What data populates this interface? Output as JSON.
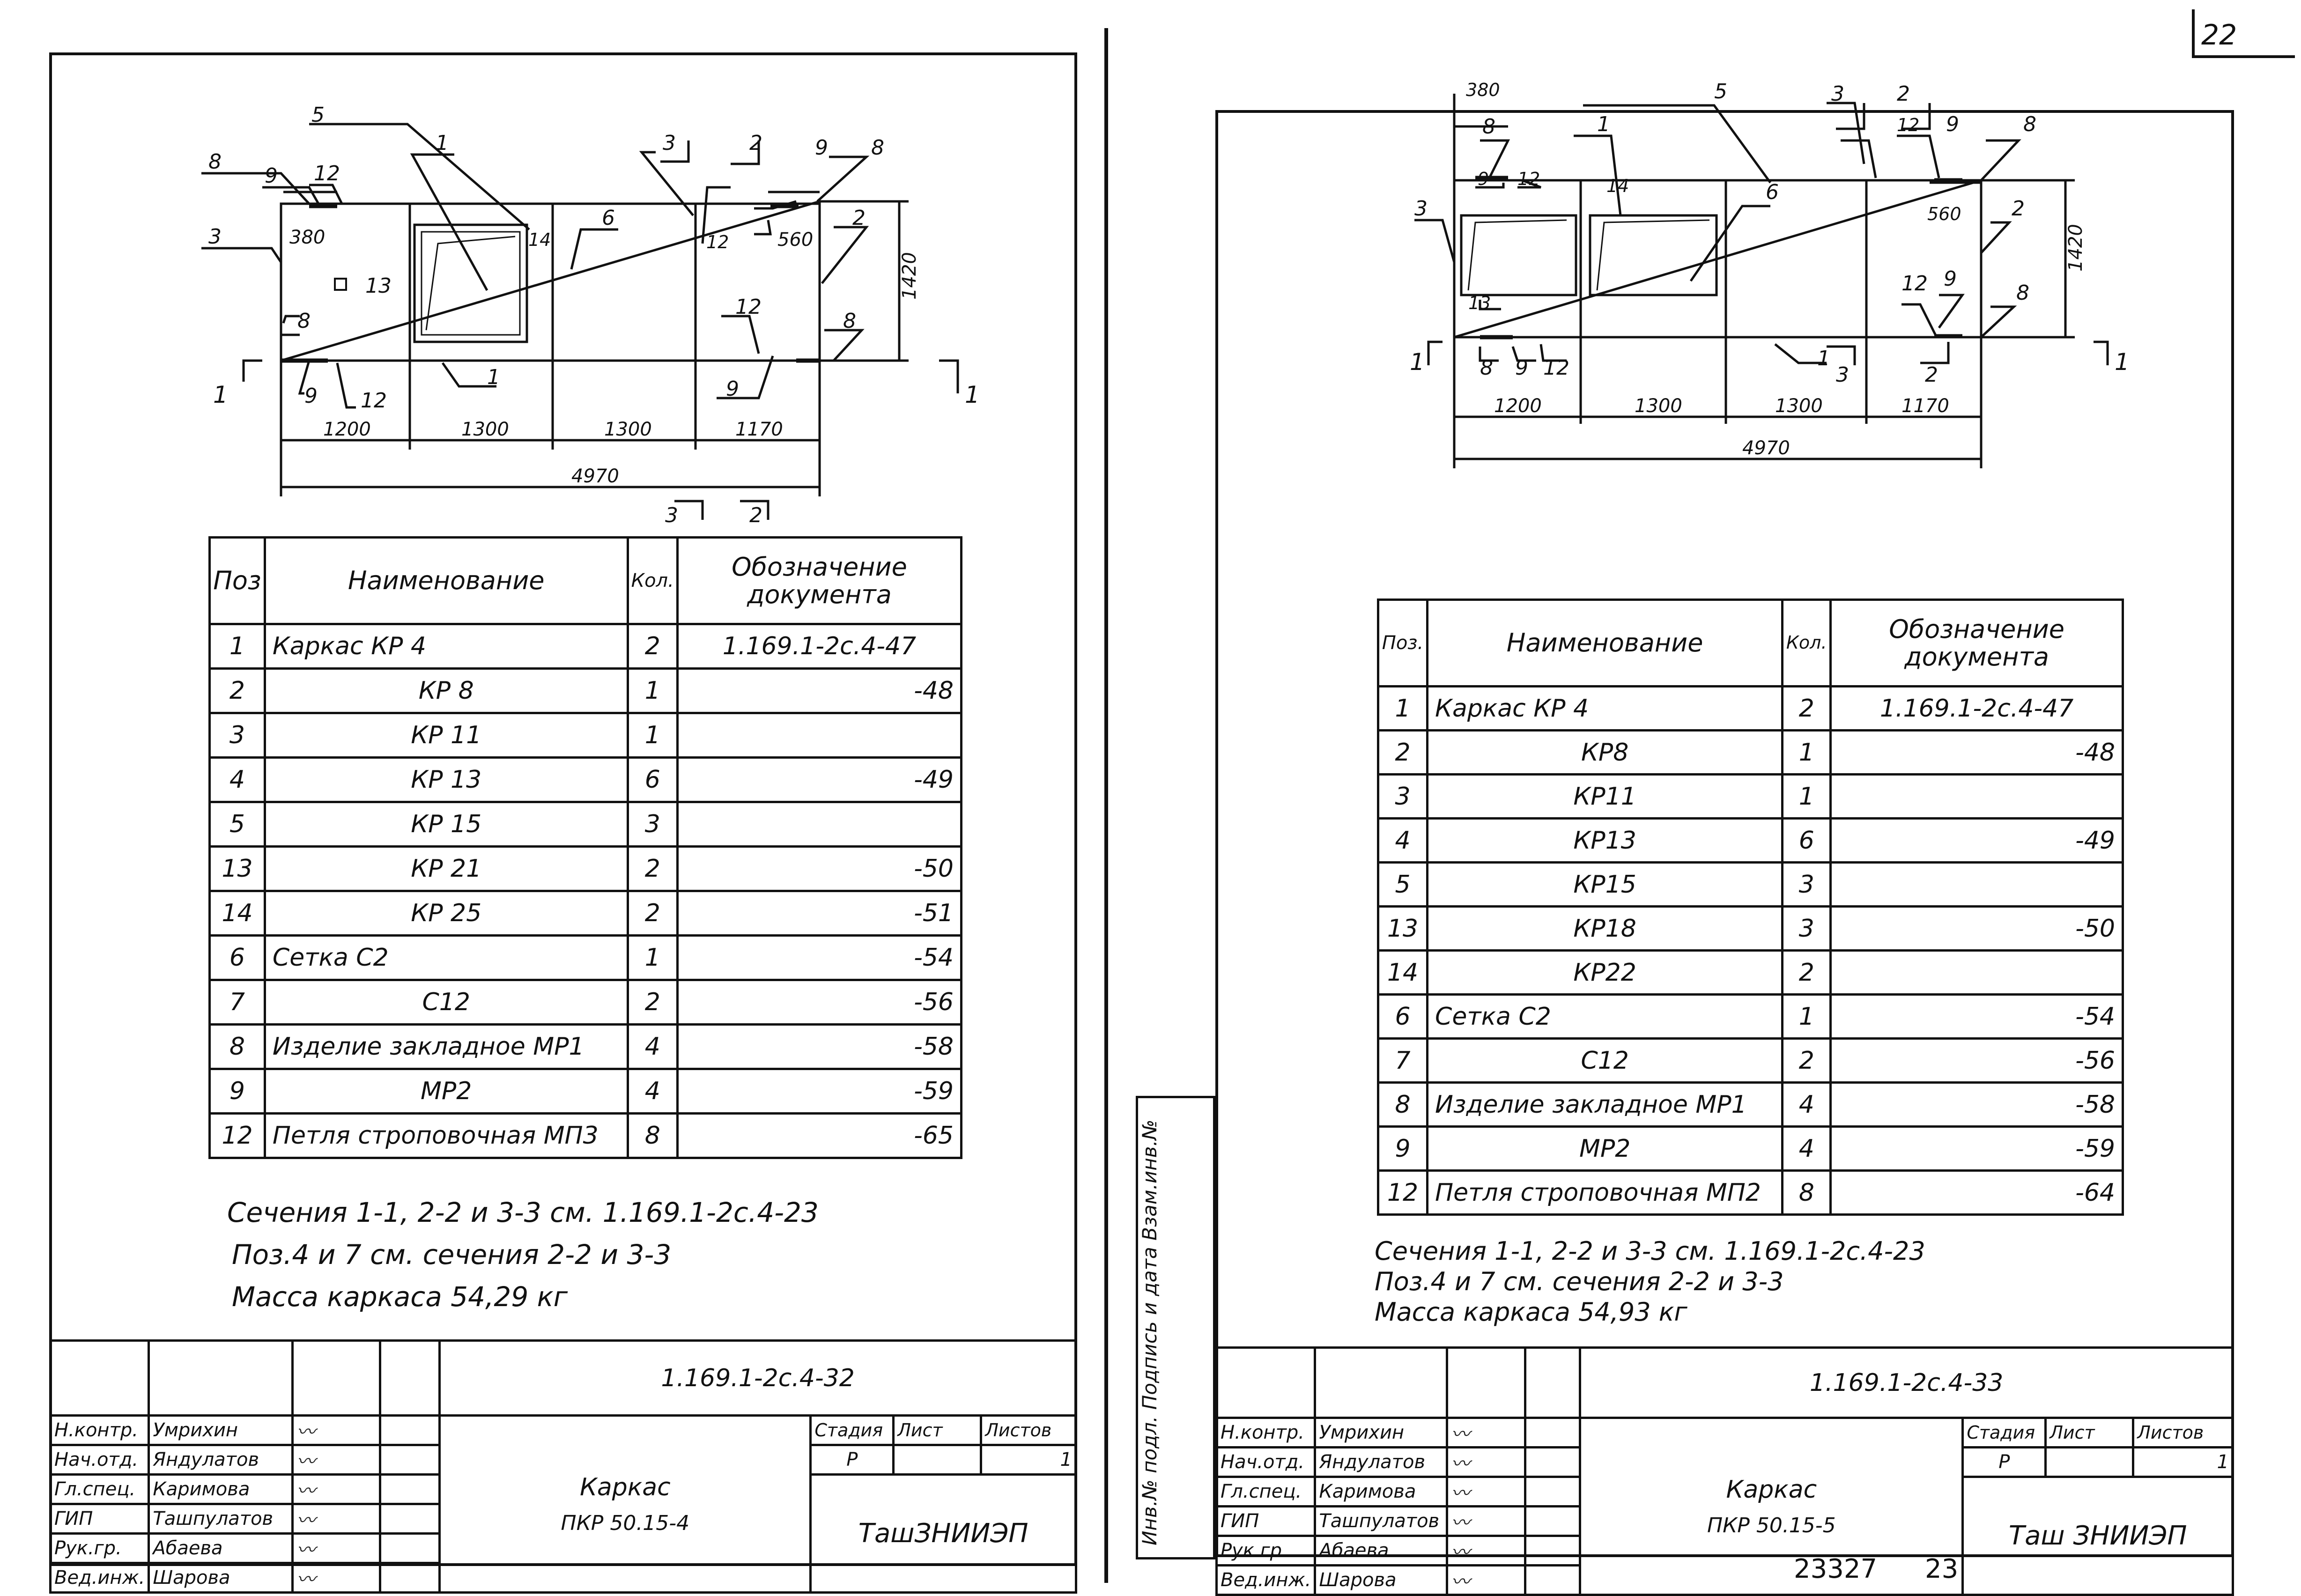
{
  "page_number": "22",
  "footer": {
    "stamp": "23327",
    "page": "23"
  },
  "left_sheet": {
    "drawing": {
      "labels": {
        "p1": "1",
        "p2": "2",
        "p3": "3",
        "p5": "5",
        "p6": "6",
        "p8": "8",
        "p9": "9",
        "p12": "12",
        "p13": "13",
        "p14": "14",
        "sec1": "1",
        "sec2": "2",
        "sec3": "3"
      },
      "dims": {
        "d380": "380",
        "d560": "560",
        "d1420": "1420",
        "d1200": "1200",
        "d1300a": "1300",
        "d1300b": "1300",
        "d1170": "1170",
        "d4970": "4970"
      }
    },
    "table": {
      "headers": {
        "pos": "Поз",
        "name": "Наименование",
        "qty": "Кол.",
        "doc": "Обозначение документа"
      },
      "rows": [
        {
          "pos": "1",
          "name": "Каркас   КР 4",
          "qty": "2",
          "doc": "1.169.1-2с.4-47"
        },
        {
          "pos": "2",
          "name": "КР 8",
          "qty": "1",
          "doc": "-48"
        },
        {
          "pos": "3",
          "name": "КР 11",
          "qty": "1",
          "doc": ""
        },
        {
          "pos": "4",
          "name": "КР 13",
          "qty": "6",
          "doc": "-49"
        },
        {
          "pos": "5",
          "name": "КР 15",
          "qty": "3",
          "doc": ""
        },
        {
          "pos": "13",
          "name": "КР 21",
          "qty": "2",
          "doc": "-50"
        },
        {
          "pos": "14",
          "name": "КР 25",
          "qty": "2",
          "doc": "-51"
        },
        {
          "pos": "6",
          "name": "Сетка   С2",
          "qty": "1",
          "doc": "-54"
        },
        {
          "pos": "7",
          "name": "С12",
          "qty": "2",
          "doc": "-56"
        },
        {
          "pos": "8",
          "name": "Изделие закладное МР1",
          "qty": "4",
          "doc": "-58"
        },
        {
          "pos": "9",
          "name": "МР2",
          "qty": "4",
          "doc": "-59"
        },
        {
          "pos": "12",
          "name": "Петля строповочная МП3",
          "qty": "8",
          "doc": "-65"
        }
      ]
    },
    "notes": [
      "Сечения  1-1,  2-2 и 3-3 см. 1.169.1-2с.4-23",
      "Поз.4 и 7  см. сечения  2-2 и 3-3",
      "Масса   каркаса  54,29 кг"
    ],
    "title_block": {
      "code": "1.169.1-2с.4-32",
      "title": "Каркас",
      "subtitle": "ПКР 50.15-4",
      "org": "ТашЗНИИЭП",
      "stage_label": "Стадия",
      "sheet_label": "Лист",
      "sheets_label": "Листов",
      "stage": "Р",
      "sheet": "",
      "sheets": "1",
      "staff": [
        {
          "role": "Н.контр.",
          "name": "Умрихин"
        },
        {
          "role": "Нач.отд.",
          "name": "Яндулатов"
        },
        {
          "role": "Гл.спец.",
          "name": "Каримова"
        },
        {
          "role": "ГИП",
          "name": "Ташпулатов"
        },
        {
          "role": "Рук.гр.",
          "name": "Абаева"
        },
        {
          "role": "Вед.инж.",
          "name": "Шарова"
        }
      ]
    }
  },
  "right_sheet": {
    "drawing": {
      "labels": {
        "p1": "1",
        "p2": "2",
        "p3": "3",
        "p5": "5",
        "p6": "6",
        "p8": "8",
        "p9": "9",
        "p12": "12",
        "p13": "13",
        "p14": "14",
        "sec1": "1",
        "sec2": "2",
        "sec3": "3"
      },
      "dims": {
        "d380": "380",
        "d560": "560",
        "d1420": "1420",
        "d1200": "1200",
        "d1300a": "1300",
        "d1300b": "1300",
        "d1170": "1170",
        "d4970": "4970"
      }
    },
    "table": {
      "headers": {
        "pos": "Поз.",
        "name": "Наименование",
        "qty": "Кол.",
        "doc": "Обозначение документа"
      },
      "rows": [
        {
          "pos": "1",
          "name": "Каркас  КР 4",
          "qty": "2",
          "doc": "1.169.1-2с.4-47"
        },
        {
          "pos": "2",
          "name": "КР8",
          "qty": "1",
          "doc": "-48"
        },
        {
          "pos": "3",
          "name": "КР11",
          "qty": "1",
          "doc": ""
        },
        {
          "pos": "4",
          "name": "КР13",
          "qty": "6",
          "doc": "-49"
        },
        {
          "pos": "5",
          "name": "КР15",
          "qty": "3",
          "doc": ""
        },
        {
          "pos": "13",
          "name": "КР18",
          "qty": "3",
          "doc": "-50"
        },
        {
          "pos": "14",
          "name": "КР22",
          "qty": "2",
          "doc": ""
        },
        {
          "pos": "6",
          "name": "Сетка  С2",
          "qty": "1",
          "doc": "-54"
        },
        {
          "pos": "7",
          "name": "С12",
          "qty": "2",
          "doc": "-56"
        },
        {
          "pos": "8",
          "name": "Изделие закладное  МР1",
          "qty": "4",
          "doc": "-58"
        },
        {
          "pos": "9",
          "name": "МР2",
          "qty": "4",
          "doc": "-59"
        },
        {
          "pos": "12",
          "name": "Петля строповочная МП2",
          "qty": "8",
          "doc": "-64"
        }
      ]
    },
    "notes": [
      "Сечения 1-1, 2-2 и 3-3 см. 1.169.1-2с.4-23",
      "Поз.4 и 7  см. сечения  2-2 и 3-3",
      "Масса  каркаса  54,93 кг"
    ],
    "side_stamp": "Инв.№ подл.  Подпись и дата  Взам.инв.№",
    "title_block": {
      "code": "1.169.1-2с.4-33",
      "title": "Каркас",
      "subtitle": "ПКР 50.15-5",
      "org": "Таш ЗНИИЭП",
      "stage_label": "Стадия",
      "sheet_label": "Лист",
      "sheets_label": "Листов",
      "stage": "Р",
      "sheet": "",
      "sheets": "1",
      "staff": [
        {
          "role": "Н.контр.",
          "name": "Умрихин"
        },
        {
          "role": "Нач.отд.",
          "name": "Яндулатов"
        },
        {
          "role": "Гл.спец.",
          "name": "Каримова"
        },
        {
          "role": "ГИП",
          "name": "Ташпулатов"
        },
        {
          "role": "Рук.гр.",
          "name": "Абаева"
        },
        {
          "role": "Вед.инж.",
          "name": "Шарова"
        }
      ]
    }
  }
}
